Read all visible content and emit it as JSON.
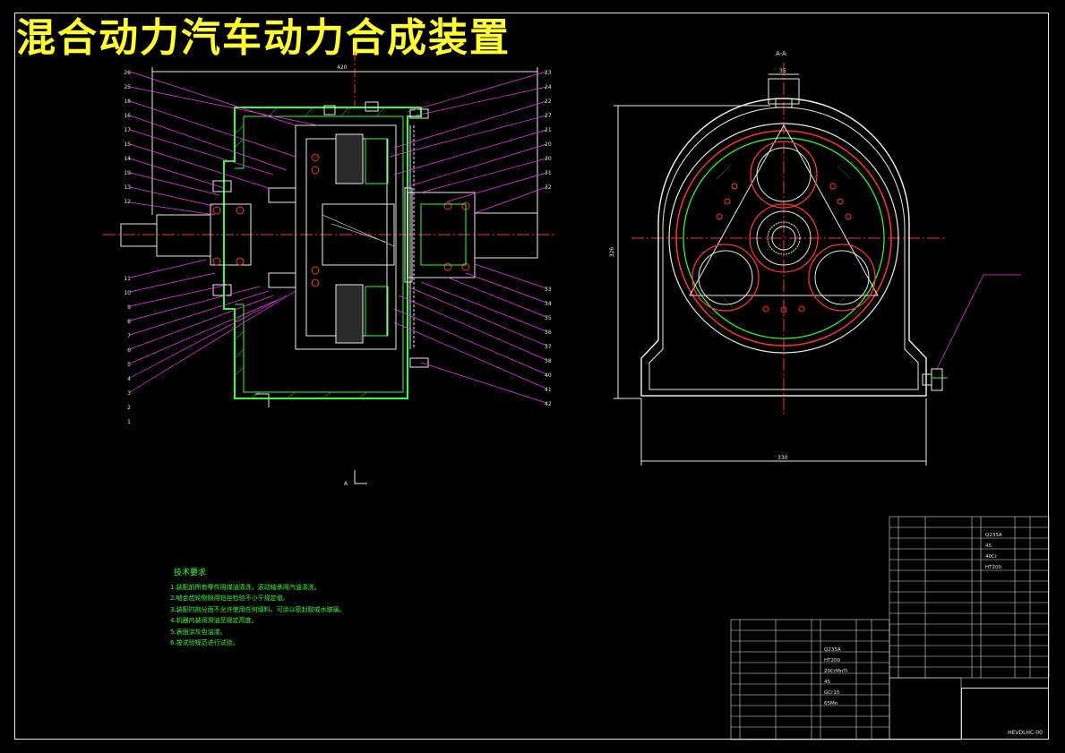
{
  "drawing": {
    "title": "混合动力汽车动力合成装置",
    "section_label": "A-A",
    "cut_label": "A",
    "drawing_number": "HEVDLHC-00"
  },
  "dimensions": {
    "left_overall_width": "420",
    "right_overall_width": "330",
    "right_height": "326",
    "top_boss_width": "35"
  },
  "left_callouts_upper": [
    "26",
    "25",
    "18",
    "16",
    "17",
    "15",
    "14",
    "19",
    "13",
    "12"
  ],
  "left_callouts_lower": [
    "11",
    "10",
    "9",
    "8",
    "7",
    "6",
    "5",
    "4",
    "3",
    "2",
    "1"
  ],
  "right_callouts_upper": [
    "23",
    "24",
    "22",
    "27",
    "21",
    "20",
    "30",
    "31",
    "32"
  ],
  "right_callouts_lower": [
    "33",
    "34",
    "35",
    "36",
    "37",
    "38",
    "40",
    "41",
    "42"
  ],
  "tech_notes": {
    "heading": "技术要求",
    "items": [
      "1.装配前所有零件用煤油清洗，滚动轴承用汽油清洗。",
      "2.啮合齿轮侧隙用铅丝检验不小于规定值。",
      "3.装配时剖分面不允许使用任何填料，可涂以密封胶或水玻璃。",
      "4.机器内装润滑油至规定高度。",
      "5.表面涂灰色油漆。",
      "6.按试验规范进行试验。"
    ]
  },
  "materials": [
    "Q235A",
    "45",
    "HT200",
    "40Cr",
    "20CrMnTi",
    "GCr15",
    "65Mn"
  ]
}
